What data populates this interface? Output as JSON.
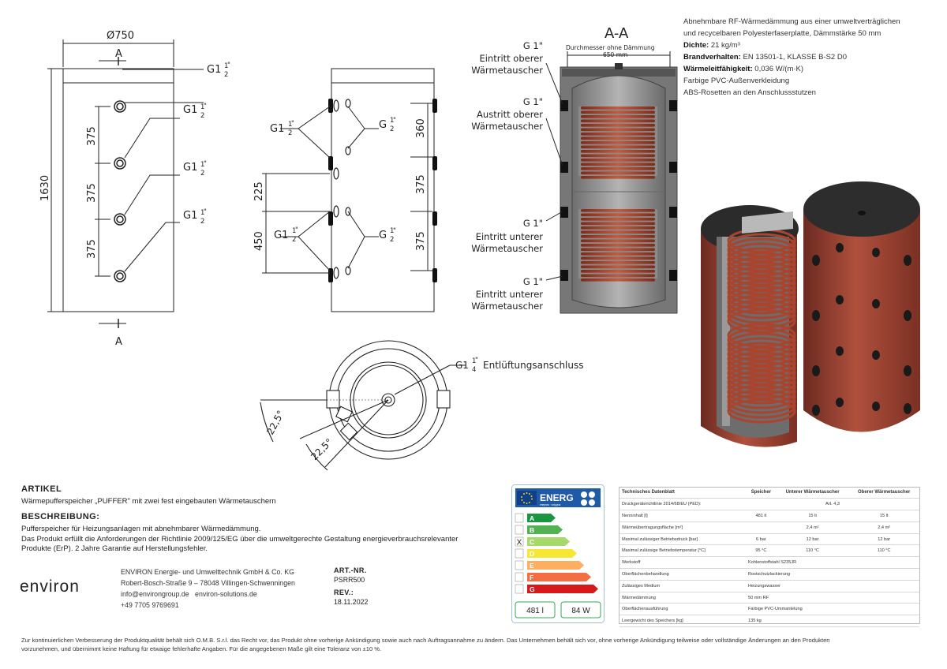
{
  "drawing": {
    "dim_top": "Ø750",
    "section_letter": "A",
    "dim_height": "1630",
    "dims_left": [
      "375",
      "375",
      "375"
    ],
    "front_g_labels": [
      "G1",
      "G1",
      "G1",
      "G1"
    ],
    "side_labels": {
      "g_left": "G1",
      "g_right": "G",
      "dims_right": [
        "360",
        "375",
        "375"
      ],
      "dims_left": [
        "225",
        "450"
      ]
    },
    "bottom_label": "Entlüftungsanschluss",
    "bottom_g": "G1",
    "angle_1": "22,5°",
    "angle_2": "22,5°",
    "section_title": "A-A",
    "section_subtitle_1": "Durchmesser ohne Dämmung",
    "section_subtitle_2": "650 mm",
    "callouts": [
      {
        "g": "G 1\"",
        "line1": "Eintritt oberer",
        "line2": "Wärmetauscher"
      },
      {
        "g": "G 1\"",
        "line1": "Austritt oberer",
        "line2": "Wärmetauscher"
      },
      {
        "g": "G 1\"",
        "line1": "Eintritt unterer",
        "line2": "Wärmetauscher"
      },
      {
        "g": "G 1\"",
        "line1": "Eintritt unterer",
        "line2": "Wärmetauscher"
      }
    ]
  },
  "specs": {
    "line1": "Abnehmbare RF-Wärmedämmung aus einer umweltverträglichen",
    "line2": "und recycelbaren Polyesterfaserplatte, Dämmstärke 50 mm",
    "dichte_label": "Dichte:",
    "dichte_value": "21 kg/m³",
    "brand_label": "Brandverhalten:",
    "brand_value": "EN 13501-1, KLASSE B-S2 D0",
    "waerme_label": "Wärmeleitfähigkeit:",
    "waerme_value": "0,036 W/(m·K)",
    "line6": "Farbige PVC-Außenverkleidung",
    "line7": "ABS-Rosetten an den Anschlussstutzen"
  },
  "artikel": {
    "heading": "ARTIKEL",
    "text": "Wärmepufferspeicher „PUFFER\" mit zwei fest eingebauten Wärmetauschern"
  },
  "beschreibung": {
    "heading": "BESCHREIBUNG:",
    "lines": [
      "Pufferspeicher für Heizungsanlagen mit abnehmbarer Wärmedämmung.",
      "Das Produkt erfüllt die Anforderungen der Richtlinie 2009/125/EG über die umweltgerechte Gestaltung energieverbrauchsrelevanter",
      "Produkte (ErP). 2 Jahre Garantie auf Herstellungsfehler."
    ]
  },
  "company": {
    "logo": "environ",
    "name": "ENVIRON Energie- und Umwelttechnik GmbH & Co. KG",
    "address": "Robert-Bosch-Straße 9 – 78048 Villingen-Schwenningen",
    "email": "info@environgroup.de",
    "web": "environ-solutions.de",
    "phone": "+49 7705 9769691"
  },
  "artnr": {
    "label": "ART.-NR.",
    "value": "PSRR500",
    "rev_label": "REV.:",
    "rev_value": "18.11.2022"
  },
  "energy": {
    "title": "ENERG",
    "subtitle": "енергия · ενέργεια",
    "classes": [
      "A",
      "B",
      "C",
      "D",
      "E",
      "F",
      "G"
    ],
    "class_colors": [
      "#1a9641",
      "#52b151",
      "#a6d96a",
      "#f5e733",
      "#fdae61",
      "#f46d43",
      "#d7191c"
    ],
    "marked": "X",
    "marked_index": 2,
    "volume": "481 l",
    "loss": "84 W"
  },
  "datasheet": {
    "headers": [
      "Technisches Datenblatt",
      "Speicher",
      "Unterer Wärmetauscher",
      "Oberer Wärmetauscher"
    ],
    "rows": [
      {
        "label": "Druckgeräterichtlinie 2014/68/EU (PED):",
        "span": "Art. 4,3"
      },
      {
        "label": "Nenninhalt [l]",
        "cols": [
          "481 lt",
          "15 lt",
          "15 lt"
        ]
      },
      {
        "label": "Wärmeübertragungsfläche [m²]",
        "cols": [
          "",
          "2,4 m²",
          "2,4 m²"
        ]
      },
      {
        "label": "Maximal zulässiger Betriebsdruck [bar]",
        "cols": [
          "6 bar",
          "12 bar",
          "12 bar"
        ]
      },
      {
        "label": "Maximal zulässige Betriebstemperatur [°C]",
        "cols": [
          "95 °C",
          "110 °C",
          "110 °C"
        ]
      },
      {
        "label": "Werkstoff",
        "wide": "Kohlenstoffstahl S235JR"
      },
      {
        "label": "Oberflächenbehandlung",
        "wide": "Rostschutzlackierung"
      },
      {
        "label": "Zulässiges Medium",
        "wide": "Heizungswasser"
      },
      {
        "label": "Wärmedämmung",
        "wide": "50 mm RF"
      },
      {
        "label": "Oberflächenausführung",
        "wide": "Farbige PVC-Ummantelung"
      },
      {
        "label": "Leergewicht des Speichers [kg]",
        "wide": "135 kg"
      }
    ]
  },
  "footer": {
    "line1": "Zur kontinuierlichen Verbesserung der Produktqualität behält sich O.M.B. S.r.l. das Recht vor, das Produkt ohne vorherige Ankündigung sowie auch nach Auftragsannahme zu ändern. Das Unternehmen behält sich vor, ohne vorherige Ankündigung teilweise oder vollständige Änderungen an den Produkten",
    "line2": "vorzunehmen, und übernimmt keine Haftung für etwaige fehlerhafte Angaben. Für die angegebenen Maße gilt eine Toleranz von ±10 %."
  }
}
